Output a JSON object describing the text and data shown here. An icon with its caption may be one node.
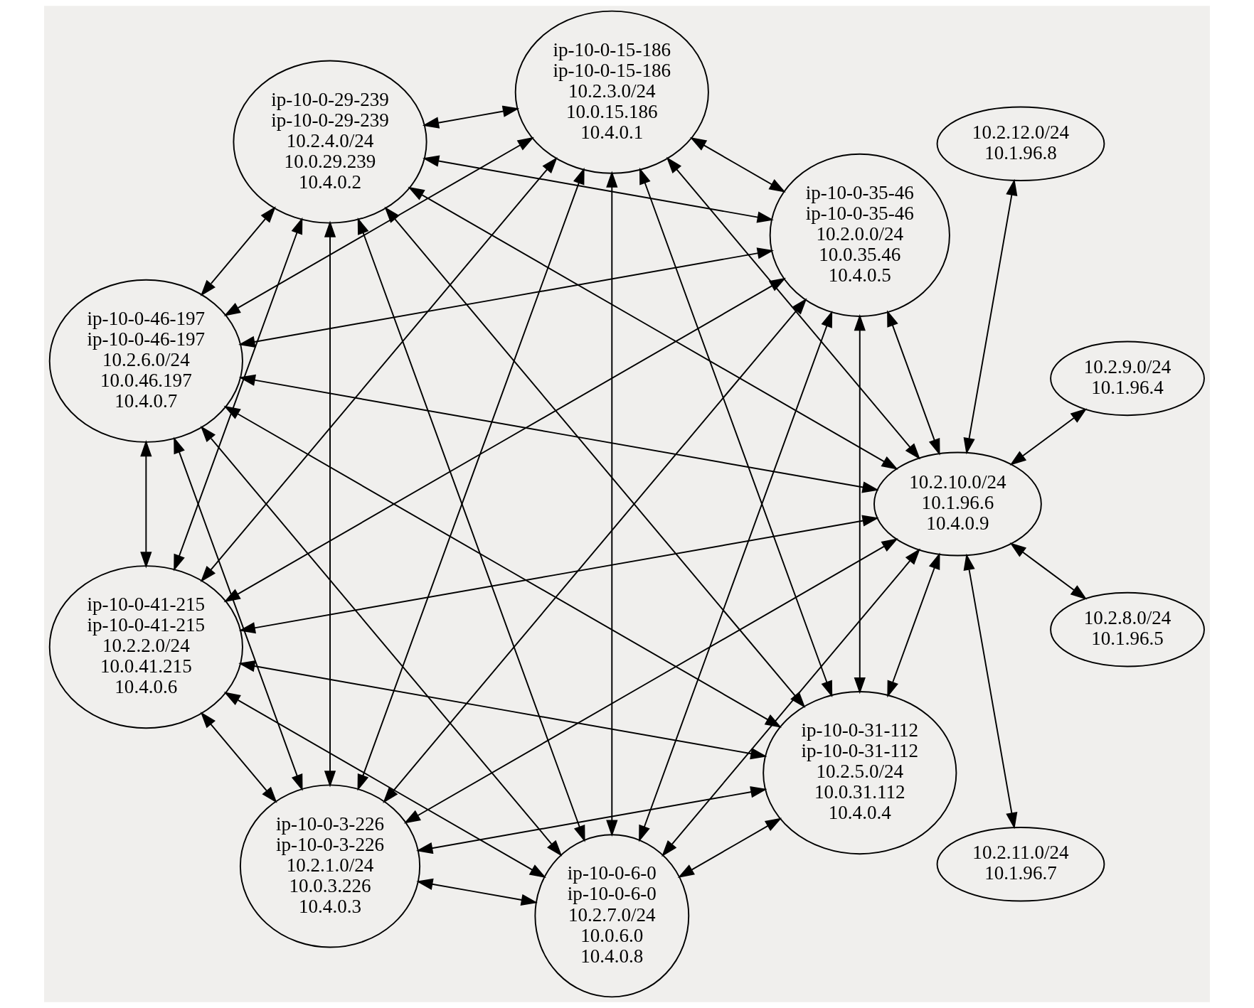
{
  "diagram": {
    "nodes": [
      {
        "text": [
          "ip-10-0-46-197",
          "ip-10-0-46-197",
          "10.2.6.0/24",
          "10.0.46.197",
          "10.4.0.7"
        ]
      },
      {
        "text": [
          "10.2.11.0/24",
          "10.1.96.7"
        ]
      },
      {
        "text": [
          "ip-10-0-41-215",
          "ip-10-0-41-215",
          "10.2.2.0/24",
          "10.0.41.215",
          "10.4.0.6"
        ]
      },
      {
        "text": [
          "ip-10-0-15-186",
          "ip-10-0-15-186",
          "10.2.3.0/24",
          "10.0.15.186",
          "10.4.0.1"
        ]
      },
      {
        "text": [
          "ip-10-0-35-46",
          "ip-10-0-35-46",
          "10.2.0.0/24",
          "10.0.35.46",
          "10.4.0.5"
        ]
      },
      {
        "text": [
          "10.2.8.0/24",
          "10.1.96.5"
        ]
      },
      {
        "text": [
          "10.2.10.0/24",
          "10.1.96.6",
          "10.4.0.9"
        ]
      },
      {
        "text": [
          "ip-10-0-31-112",
          "ip-10-0-31-112",
          "10.2.5.0/24",
          "10.0.31.112",
          "10.4.0.4"
        ]
      },
      {
        "text": [
          "10.2.9.0/24",
          "10.1.96.4"
        ]
      },
      {
        "text": [
          "ip-10-0-6-0",
          "ip-10-0-6-0",
          "10.2.7.0/24",
          "10.0.6.0",
          "10.4.0.8"
        ]
      },
      {
        "text": [
          "ip-10-0-3-226",
          "ip-10-0-3-226",
          "10.2.1.0/24",
          "10.0.3.226",
          "10.4.0.3"
        ]
      },
      {
        "text": [
          "ip-10-0-29-239",
          "ip-10-0-29-239",
          "10.2.4.0/24",
          "10.0.29.239",
          "10.4.0.2"
        ]
      },
      {
        "text": [
          "10.2.12.0/24",
          "10.1.96.8"
        ]
      }
    ],
    "edges": [
      {
        "from": 2,
        "to": 0,
        "arrow": "both"
      },
      {
        "from": 2,
        "to": 3,
        "arrow": "both"
      },
      {
        "from": 2,
        "to": 4,
        "arrow": "both"
      },
      {
        "from": 2,
        "to": 7,
        "arrow": "both"
      },
      {
        "from": 2,
        "to": 9,
        "arrow": "both"
      },
      {
        "from": 2,
        "to": 10,
        "arrow": "both"
      },
      {
        "from": 2,
        "to": 11,
        "arrow": "both"
      },
      {
        "from": 0,
        "to": 3,
        "arrow": "both"
      },
      {
        "from": 0,
        "to": 4,
        "arrow": "both"
      },
      {
        "from": 0,
        "to": 7,
        "arrow": "both"
      },
      {
        "from": 0,
        "to": 9,
        "arrow": "both"
      },
      {
        "from": 0,
        "to": 10,
        "arrow": "both"
      },
      {
        "from": 0,
        "to": 11,
        "arrow": "both"
      },
      {
        "from": 3,
        "to": 4,
        "arrow": "both"
      },
      {
        "from": 3,
        "to": 7,
        "arrow": "both"
      },
      {
        "from": 3,
        "to": 9,
        "arrow": "both"
      },
      {
        "from": 3,
        "to": 10,
        "arrow": "both"
      },
      {
        "from": 3,
        "to": 11,
        "arrow": "both"
      },
      {
        "from": 4,
        "to": 7,
        "arrow": "both"
      },
      {
        "from": 4,
        "to": 9,
        "arrow": "both"
      },
      {
        "from": 4,
        "to": 10,
        "arrow": "both"
      },
      {
        "from": 4,
        "to": 11,
        "arrow": "both"
      },
      {
        "from": 7,
        "to": 9,
        "arrow": "both"
      },
      {
        "from": 7,
        "to": 10,
        "arrow": "both"
      },
      {
        "from": 7,
        "to": 11,
        "arrow": "both"
      },
      {
        "from": 9,
        "to": 10,
        "arrow": "both"
      },
      {
        "from": 9,
        "to": 11,
        "arrow": "both"
      },
      {
        "from": 10,
        "to": 11,
        "arrow": "both"
      },
      {
        "from": 6,
        "to": 2,
        "arrow": "both"
      },
      {
        "from": 6,
        "to": 0,
        "arrow": "both"
      },
      {
        "from": 6,
        "to": 3,
        "arrow": "both"
      },
      {
        "from": 6,
        "to": 4,
        "arrow": "both"
      },
      {
        "from": 6,
        "to": 7,
        "arrow": "both"
      },
      {
        "from": 6,
        "to": 9,
        "arrow": "both"
      },
      {
        "from": 6,
        "to": 10,
        "arrow": "both"
      },
      {
        "from": 6,
        "to": 11,
        "arrow": "both"
      },
      {
        "from": 6,
        "to": 1,
        "arrow": "both"
      },
      {
        "from": 6,
        "to": 5,
        "arrow": "both"
      },
      {
        "from": 6,
        "to": 8,
        "arrow": "both"
      },
      {
        "from": 6,
        "to": 12,
        "arrow": "both"
      }
    ]
  }
}
